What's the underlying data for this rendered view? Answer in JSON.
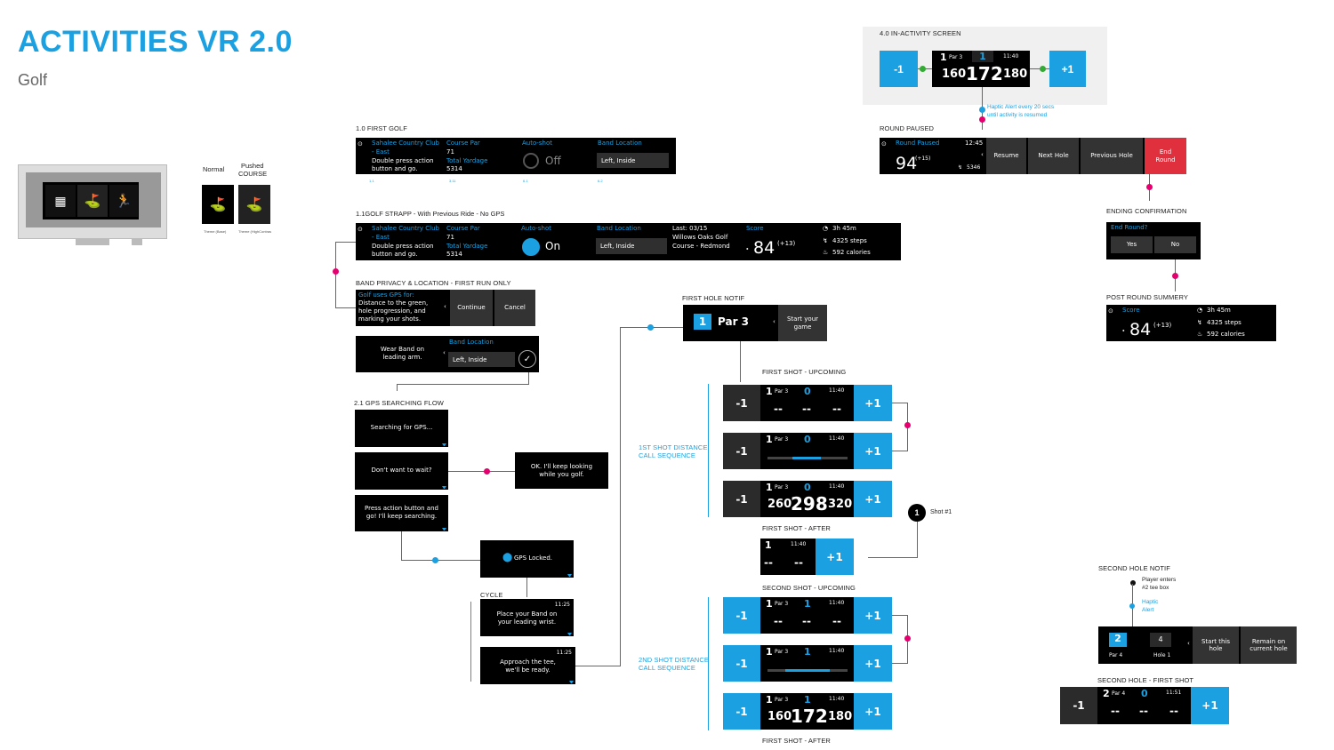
{
  "title": "ACTIVITIES VR 2.0",
  "subtitle": "Golf",
  "band": {
    "normal": "Normal",
    "pushed": "Pushed",
    "course": "COURSE",
    "theme_base": "Theme (Base)",
    "theme_hc": "Theme (HighContras"
  },
  "first_golf": {
    "label": "1.0 FIRST GOLF",
    "club": "Sahalee Country Club",
    "east": "- East",
    "press": "Double press action",
    "mark": "button and go.",
    "par_h": "Course Par",
    "par": "71",
    "yard_h": "Total Yardage",
    "yard": "5314",
    "auto_h": "Auto-shot",
    "auto": "Off",
    "loc_h": "Band Location",
    "loc": "Left, Inside"
  },
  "strapp": {
    "label": "1.1GOLF STRAPP - With Previous Ride - No GPS",
    "auto": "On",
    "last": "Last: 03/15",
    "course1": "Willows Oaks Golf",
    "course2": "Course - Redmond",
    "score_h": "Score",
    "score": "84",
    "over": "(+13)",
    "time": "3h 45m",
    "steps": "4325 steps",
    "cal": "592 calories"
  },
  "privacy": {
    "label": "BAND PRIVACY & LOCATION - FIRST RUN ONLY",
    "gps_h": "Golf uses GPS for:",
    "gps_t1": "Distance to the green,",
    "gps_t2": "hole progression, and",
    "gps_t3": "marking your shots.",
    "cont": "Continue",
    "cancel": "Cancel",
    "wear1": "Wear Band on",
    "wear2": "leading arm."
  },
  "gps": {
    "label": "2.1 GPS SEARCHING FLOW",
    "search": "Searching for GPS...",
    "wait": "Don't want to wait?",
    "ok1": "OK. I'll keep looking",
    "ok2": "while you golf.",
    "press1": "Press action button and",
    "press2": "go! I'll keep searching.",
    "locked": "GPS Locked.",
    "cycle": "CYCLE",
    "time": "11:25",
    "place1": "Place your Band on",
    "place2": "your leading wrist.",
    "appr1": "Approach the tee,",
    "appr2": "we'll be ready."
  },
  "first_hole": {
    "label": "FIRST HOLE NOTIF",
    "hole": "1",
    "par": "Par 3",
    "start1": "Start your",
    "start2": "game"
  },
  "shot": {
    "up1": "FIRST SHOT - UPCOMING",
    "after1": "FIRST SHOT - AFTER",
    "up2": "SECOND SHOT - UPCOMING",
    "after2": "FIRST SHOT - AFTER",
    "seq1a": "1ST SHOT DISTANCE",
    "seq1b": "CALL SEQUENCE",
    "seq2a": "2ND SHOT DISTANCE",
    "seq2b": "CALL SEQUENCE",
    "minus": "-1",
    "plus": "+1",
    "time": "11:40",
    "dash": "--",
    "n0": "0",
    "n1": "1",
    "d1": "260",
    "d2": "298",
    "d3": "320",
    "e1": "160",
    "e2": "172",
    "e3": "180",
    "shot_no": "1",
    "shot_lbl": "Shot #1"
  },
  "in_act": {
    "label": "4.0 IN-ACTIVITY SCREEN",
    "haptic1": "Haptic Alert every 20 secs",
    "haptic2": "until activity is resumed"
  },
  "paused": {
    "label": "ROUND PAUSED",
    "title": "Round Paused",
    "time": "12:45",
    "score": "94",
    "over": "(+15)",
    "steps": "5346",
    "resume": "Resume",
    "next": "Next Hole",
    "prev": "Previous Hole",
    "end1": "End",
    "end2": "Round"
  },
  "ending": {
    "label": "ENDING CONFIRMATION",
    "q": "End Round?",
    "yes": "Yes",
    "no": "No"
  },
  "summary": {
    "label": "POST ROUND SUMMERY"
  },
  "second": {
    "label": "SECOND HOLE NOTIF",
    "enter1": "Player enters",
    "enter2": "#2 tee box",
    "hap1": "Haptic",
    "hap2": "Alert",
    "hole": "2",
    "par": "Par 4",
    "num": "4",
    "hole1": "Hole 1",
    "start1": "Start this",
    "start2": "hole",
    "rem1": "Remain on",
    "rem2": "current hole",
    "first": "SECOND HOLE - FIRST SHOT",
    "time": "11:51"
  }
}
